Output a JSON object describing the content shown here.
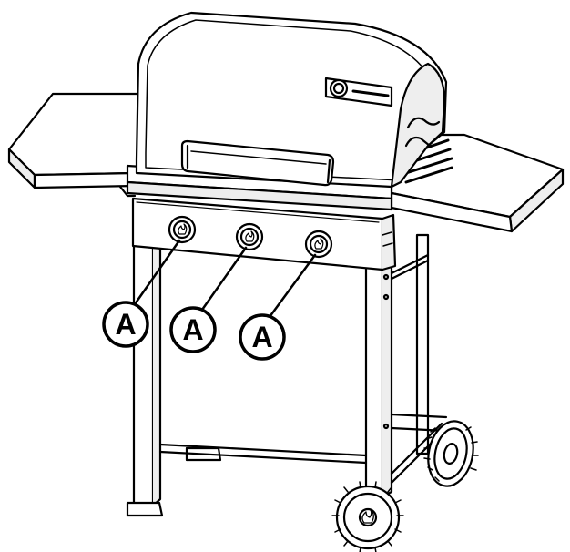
{
  "callouts": [
    {
      "label": "A",
      "target": "left-burner-knob"
    },
    {
      "label": "A",
      "target": "center-burner-knob"
    },
    {
      "label": "A",
      "target": "right-burner-knob"
    }
  ],
  "colors": {
    "line": "#000000",
    "fill": "#ffffff",
    "shade": "#e9e9e9"
  },
  "icons": [
    "flame-icon",
    "brand-logo"
  ]
}
